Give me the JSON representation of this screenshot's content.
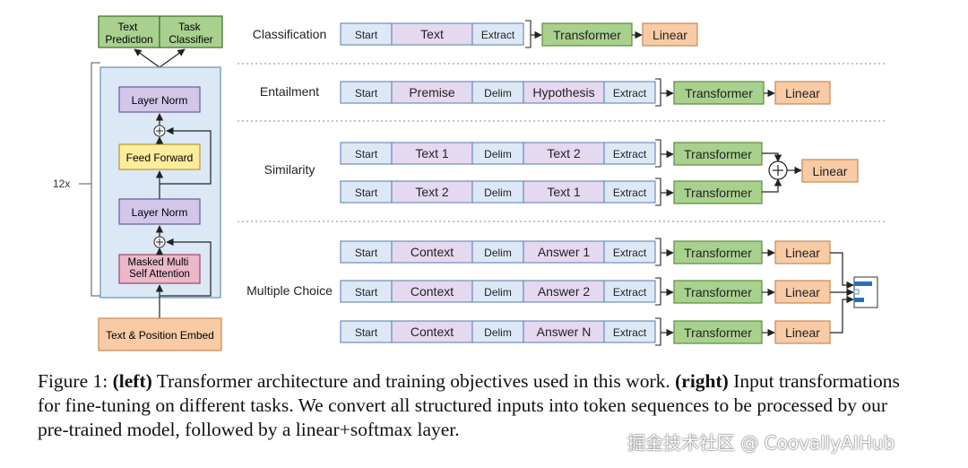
{
  "left": {
    "heads": {
      "text_prediction": "Text\nPrediction",
      "task_classifier": "Task\nClassifier"
    },
    "repeat": "12x",
    "layers": {
      "layer_norm_top": "Layer Norm",
      "feed_forward": "Feed Forward",
      "layer_norm_bottom": "Layer Norm",
      "masked_attention": "Masked Multi\nSelf Attention"
    },
    "embed": "Text & Position Embed"
  },
  "tasks": {
    "classification": {
      "label": "Classification",
      "rows": [
        {
          "tokens": [
            "Start",
            "Text",
            "Extract"
          ],
          "transformer": "Transformer",
          "linear": "Linear"
        }
      ]
    },
    "entailment": {
      "label": "Entailment",
      "rows": [
        {
          "tokens": [
            "Start",
            "Premise",
            "Delim",
            "Hypothesis",
            "Extract"
          ],
          "transformer": "Transformer",
          "linear": "Linear"
        }
      ]
    },
    "similarity": {
      "label": "Similarity",
      "rows": [
        {
          "tokens": [
            "Start",
            "Text 1",
            "Delim",
            "Text 2",
            "Extract"
          ],
          "transformer": "Transformer"
        },
        {
          "tokens": [
            "Start",
            "Text 2",
            "Delim",
            "Text 1",
            "Extract"
          ],
          "transformer": "Transformer"
        }
      ],
      "linear": "Linear"
    },
    "multiple_choice": {
      "label": "Multiple Choice",
      "rows": [
        {
          "tokens": [
            "Start",
            "Context",
            "Delim",
            "Answer 1",
            "Extract"
          ],
          "transformer": "Transformer",
          "linear": "Linear"
        },
        {
          "tokens": [
            "Start",
            "Context",
            "Delim",
            "Answer 2",
            "Extract"
          ],
          "transformer": "Transformer",
          "linear": "Linear"
        },
        {
          "tokens": [
            "Start",
            "Context",
            "Delim",
            "Answer N",
            "Extract"
          ],
          "transformer": "Transformer",
          "linear": "Linear"
        }
      ]
    }
  },
  "caption": {
    "prefix": "Figure 1: ",
    "left_bold": "(left)",
    "left_text": " Transformer architecture and training objectives used in this work. ",
    "right_bold": "(right)",
    "right_text": " Input transformations for fine-tuning on different tasks.  We convert all structured inputs into token sequences to be processed by our pre-trained model, followed by a linear+softmax layer."
  },
  "watermark": "掘金技术社区 @ CoovallyAIHub",
  "colors": {
    "token_fill": "#dde8f7",
    "token_stroke": "#6f8fb8",
    "text_fill": "#e4d9f0",
    "transformer_fill": "#a9d18e",
    "transformer_stroke": "#5b8c3a",
    "linear_fill": "#f8cba5",
    "linear_stroke": "#c48a55",
    "block_bg": "#dbe8f6",
    "layer_norm_fill": "#d2c6ea",
    "feed_forward_fill": "#fdec9b",
    "attention_fill": "#ebb8c8",
    "embed_fill": "#f8cba5",
    "head_fill": "#a9d18e"
  }
}
